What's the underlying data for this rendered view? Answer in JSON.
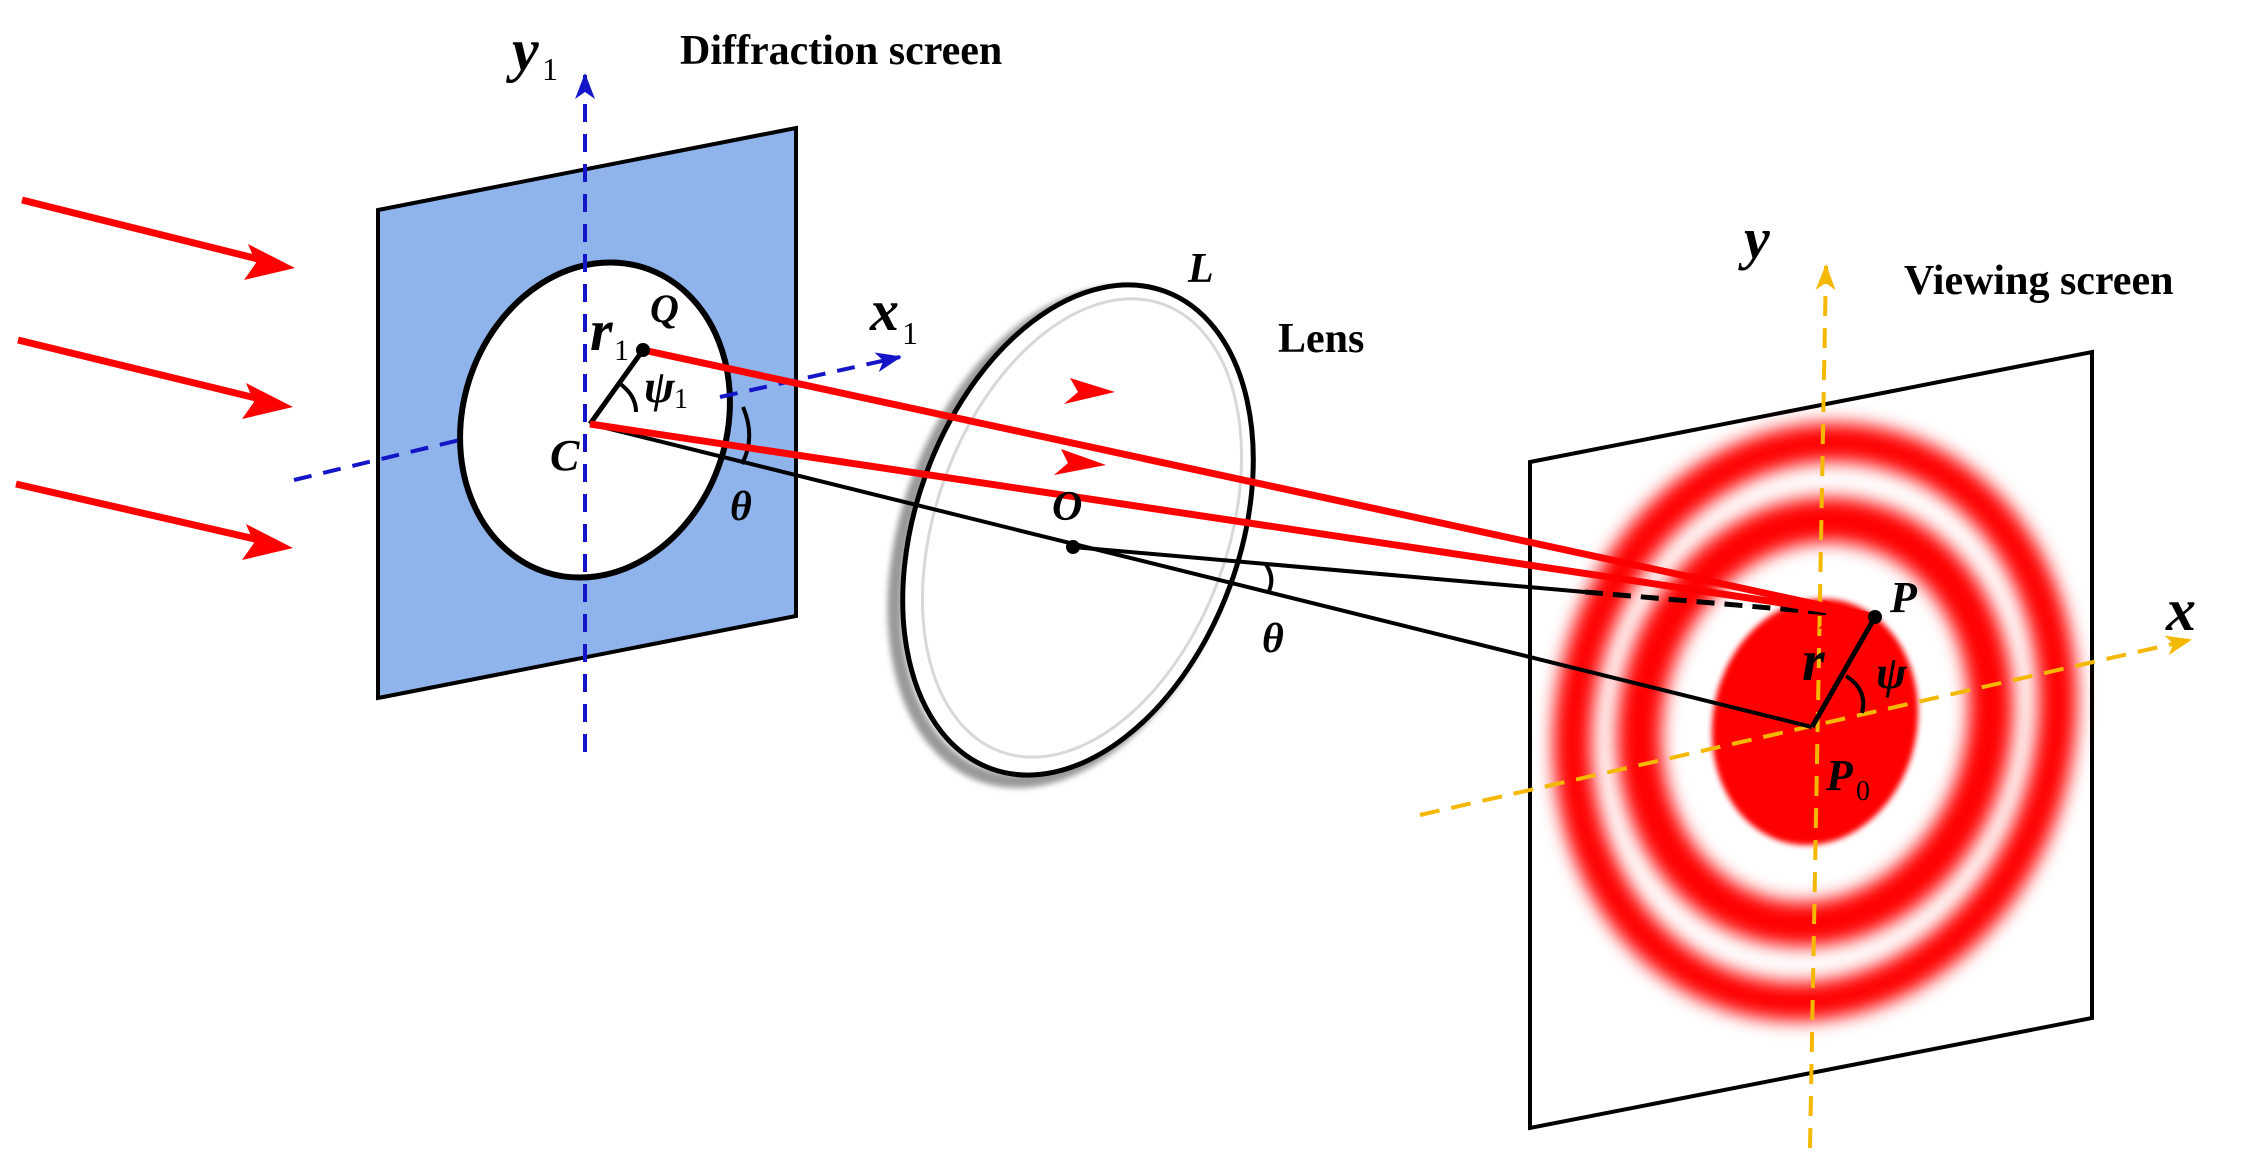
{
  "labels": {
    "diffraction_screen": "Diffraction screen",
    "viewing_screen": "Viewing screen",
    "lens": "Lens",
    "lens_symbol": "L",
    "y1_axis": "y",
    "y1_sub": "1",
    "x1_axis": "x",
    "x1_sub": "1",
    "y_axis": "y",
    "x_axis": "x",
    "point_C": "C",
    "point_Q": "Q",
    "point_O": "O",
    "point_P": "P",
    "point_P0": "P",
    "P0_sub": "0",
    "r1": "r",
    "r1_sub": "1",
    "psi1": "ψ",
    "psi1_sub": "1",
    "r": "r",
    "psi": "ψ",
    "theta_left": "θ",
    "theta_right": "θ"
  },
  "colors": {
    "diffraction_screen_fill": "#8fb4ec",
    "ray": "#ff0000",
    "diffraction_axes": "#1515c8",
    "viewing_axes": "#f5b800",
    "pattern": "#ff0000",
    "outline": "#000000"
  }
}
